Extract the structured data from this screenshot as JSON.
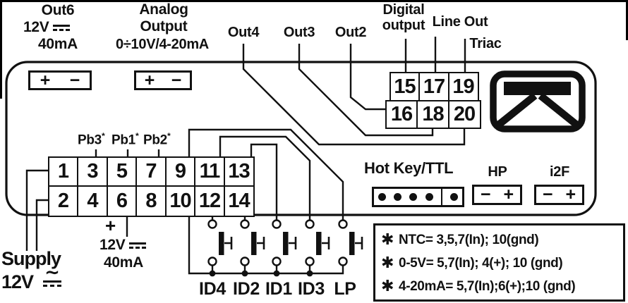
{
  "colors": {
    "ink": "#111111",
    "background": "#ffffff"
  },
  "top_left": {
    "out6_title": "Out6",
    "out6_voltage": "12V",
    "out6_current": "40mA",
    "analog_l1": "Analog",
    "analog_l2": "Output",
    "analog_range": "0÷10V/4-20mA",
    "plus": "+",
    "minus": "−"
  },
  "top_outputs": {
    "out4": "Out4",
    "out3": "Out3",
    "out2": "Out2",
    "digital_l1": "Digital",
    "digital_l2": "output",
    "line_out": "Line Out",
    "triac": "Triac"
  },
  "probes": {
    "pb3": "Pb3",
    "pb1": "Pb1",
    "pb2": "Pb2",
    "star": "*"
  },
  "terminals": {
    "main_top": [
      "1",
      "3",
      "5",
      "7",
      "9",
      "11",
      "13"
    ],
    "main_bottom": [
      "2",
      "4",
      "6",
      "8",
      "10",
      "12",
      "14"
    ],
    "out_top": [
      "15",
      "17",
      "19"
    ],
    "out_bottom": [
      "16",
      "18",
      "20"
    ]
  },
  "connectors": {
    "hotkey_label": "Hot Key/TTL",
    "hp_label": "HP",
    "i2f_label": "i2F",
    "minus": "−",
    "plus": "+"
  },
  "bottom": {
    "supply_l1": "Supply",
    "supply_l2": "12V",
    "aux_plus": "+",
    "aux_voltage": "12V",
    "aux_current": "40mA",
    "switch_labels": [
      "ID4",
      "ID2",
      "ID1",
      "ID3",
      "LP"
    ]
  },
  "symbols": {
    "ac": "∼"
  },
  "notes": {
    "bullet": "✱",
    "items": [
      "NTC= 3,5,7(In); 10(gnd)",
      "0-5V= 5,7(In); 4(+); 10 (gnd)",
      "4-20mA= 5,7(In);6(+);10 (gnd)"
    ]
  }
}
